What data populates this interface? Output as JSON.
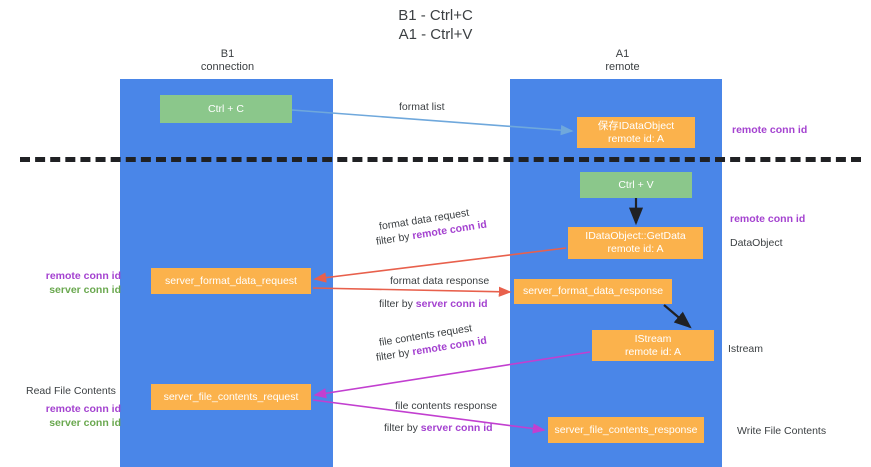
{
  "title": "B1 - Ctrl+C\nA1 - Ctrl+V",
  "title_line1": "B1 - Ctrl+C",
  "title_line2": "A1 - Ctrl+V",
  "lanes": {
    "left": {
      "name": "B1",
      "role": "connection"
    },
    "right": {
      "name": "A1",
      "role": "remote"
    }
  },
  "boxes": {
    "ctrl_c": "Ctrl + C",
    "ctrl_v": "Ctrl + V",
    "idataobject_line1": "保存IDataObject",
    "idataobject_line2": "remote id: A",
    "getdata_line1": "IDataObject::GetData",
    "getdata_line2": "remote id: A",
    "server_format_data_request": "server_format_data_request",
    "server_format_data_response": "server_format_data_response",
    "istream_line1": "IStream",
    "istream_line2": "remote id: A",
    "server_file_contents_request": "server_file_contents_request",
    "server_file_contents_response": "server_file_contents_response"
  },
  "arrow_labels": {
    "format_list": "format list",
    "format_data_request": "format data request",
    "format_data_request_filter_prefix": "filter by ",
    "format_data_request_filter_key": "remote conn id",
    "format_data_response": "format data response",
    "format_data_response_filter_prefix": "filter by ",
    "format_data_response_filter_key": "server conn id",
    "file_contents_request": "file contents request",
    "file_contents_request_filter_prefix": "filter by ",
    "file_contents_request_filter_key": "remote conn id",
    "file_contents_response": "file contents response",
    "file_contents_response_filter_prefix": "filter by ",
    "file_contents_response_filter_key": "server conn id"
  },
  "side_notes": {
    "remote_conn_id_top": "remote conn id",
    "remote_conn_id_mid": "remote conn id",
    "dataobject": "DataObject",
    "istream": "Istream",
    "write_file_contents": "Write File Contents",
    "read_file_contents": "Read File Contents",
    "legend_remote": "remote conn id",
    "legend_server": "server conn id"
  },
  "colors": {
    "lane": "#4a86e8",
    "green_box": "#8bc78b",
    "orange_box": "#fbb24c",
    "purple_text": "#a442d0",
    "green_text": "#6aa84f",
    "red_arrow": "#e8604c",
    "magenta_arrow": "#c23fd0",
    "light_blue_arrow": "#6fa8dc",
    "black_arrow": "#202124",
    "divider": "#202124"
  }
}
